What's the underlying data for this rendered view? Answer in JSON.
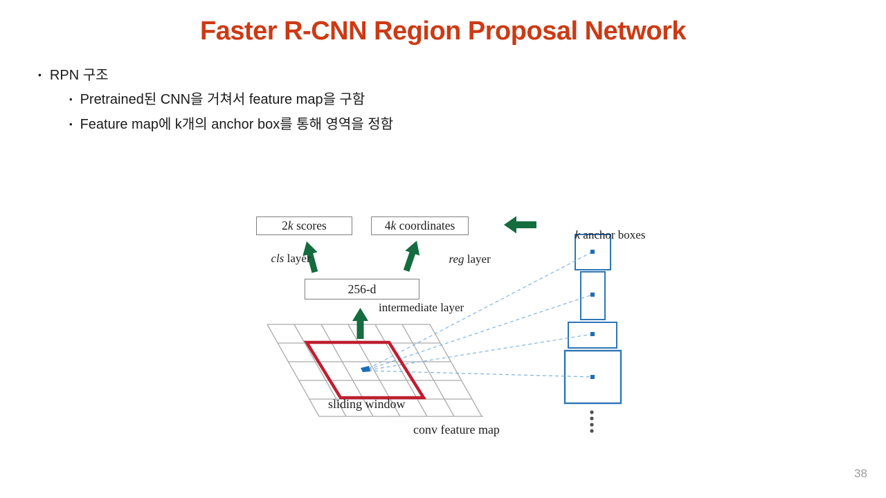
{
  "slide": {
    "title": "Faster R-CNN Region Proposal Network",
    "page_number": "38"
  },
  "bullets": {
    "marker": "•",
    "level1": "RPN 구조",
    "level2_items": [
      "Pretrained된 CNN을 거쳐서 feature map을 구함",
      "Feature map에 k개의 anchor box를 통해 영역을 정함"
    ]
  },
  "diagram": {
    "scores_box": {
      "pre": "2",
      "it": "k",
      "post": " scores"
    },
    "coords_box": {
      "pre": "4",
      "it": "k",
      "post": " coordinates"
    },
    "cls_label": {
      "it": "cls",
      "post": " layer"
    },
    "reg_label": {
      "it": "reg",
      "post": " layer"
    },
    "mid_box": "256-d",
    "intermediate_label": "intermediate layer",
    "anchor_label": {
      "it": "k",
      "post": " anchor boxes"
    },
    "sliding_label": "sliding window",
    "conv_label": "conv feature map",
    "colors": {
      "arrow_green": "#156c3e",
      "window_red": "#c01e2f",
      "anchor_blue": "#2e75b6",
      "dash_blue": "#7eb3e3",
      "grid_gray": "#ababab",
      "box_border_gray": "#7f7f7f",
      "title_red": "#cc3a14"
    }
  }
}
